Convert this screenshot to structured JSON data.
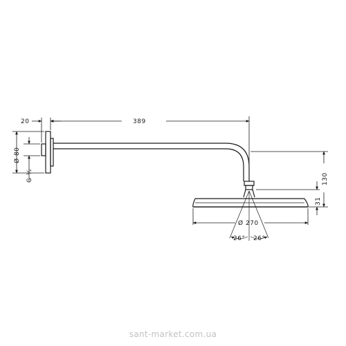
{
  "dimensions": {
    "flange_depth": "20",
    "arm_length": "389",
    "flange_diameter": "Ø 80",
    "thread": "G ½",
    "height_drop": "130",
    "head_height": "31",
    "head_diameter": "Ø 270",
    "tilt_left": "26°",
    "tilt_right": "26°"
  },
  "watermark": "sant-market.com.ua",
  "colors": {
    "line": "#1a1a1a",
    "watermark": "#c2c2c2"
  }
}
